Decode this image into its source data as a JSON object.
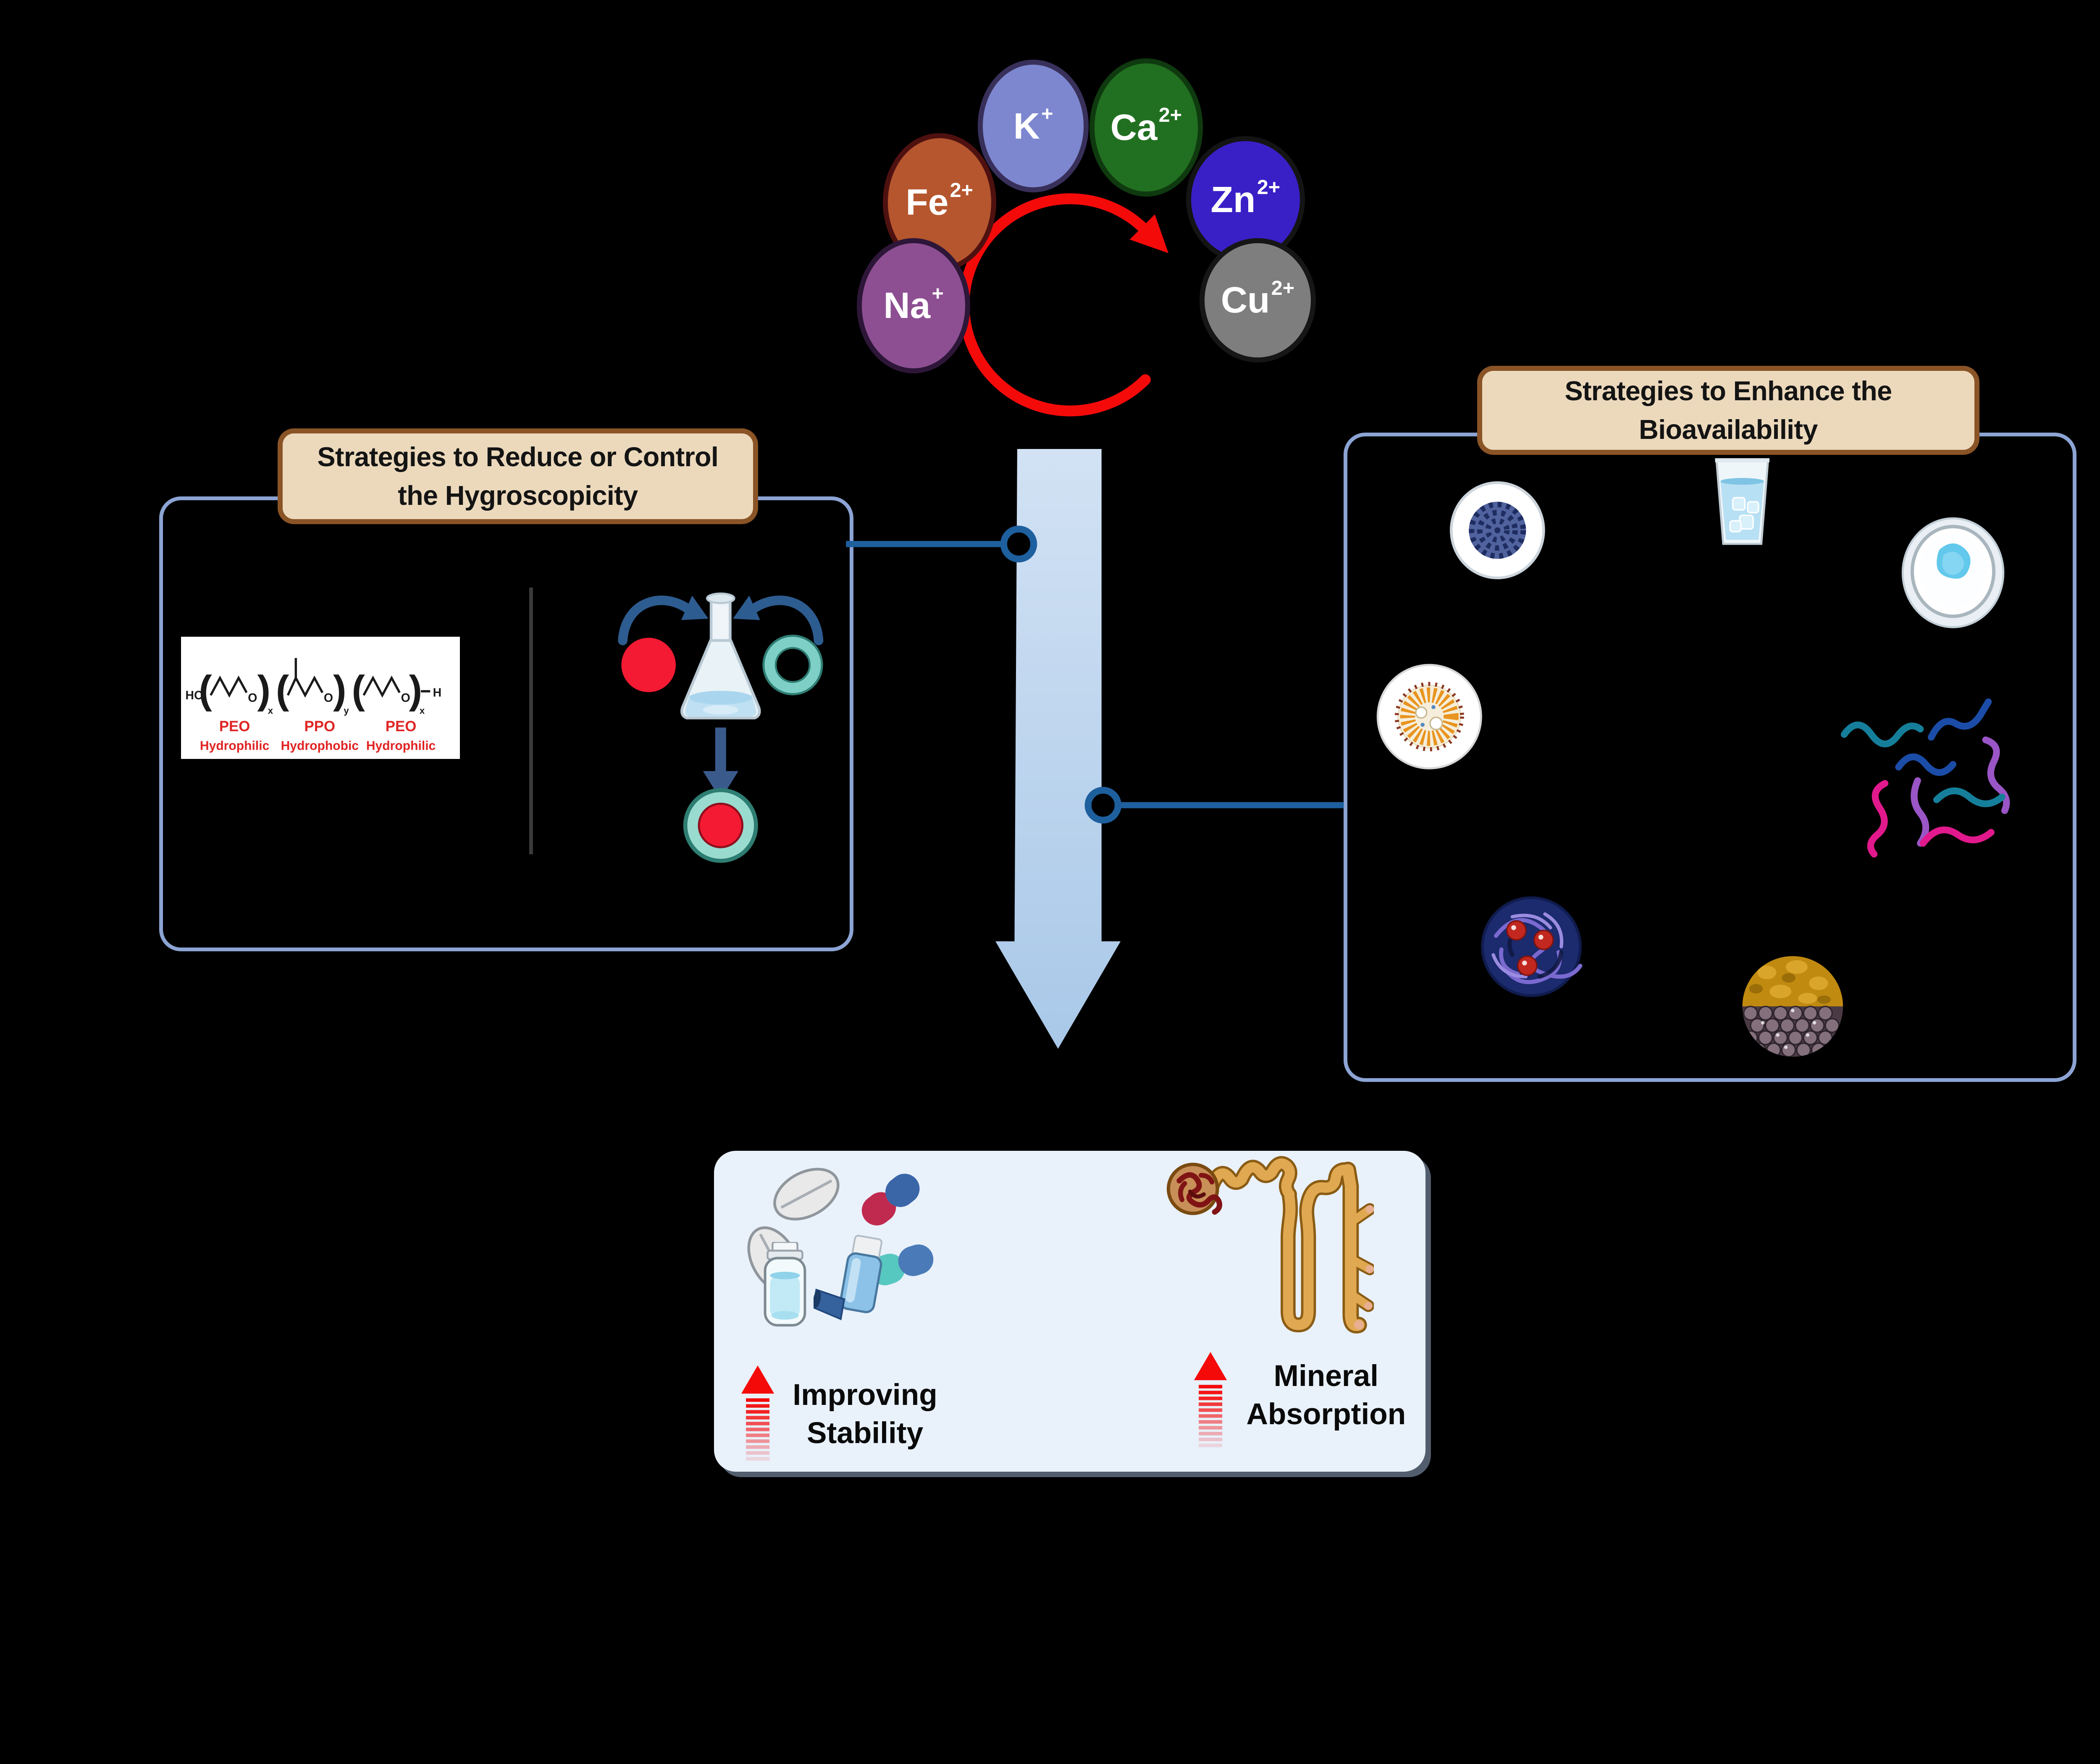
{
  "ion_cycle": {
    "arrow_color": "#f50a0a",
    "ions": [
      {
        "symbol": "K",
        "charge": "+",
        "fill": "#7d87cf",
        "border": "#38305a"
      },
      {
        "symbol": "Ca",
        "charge": "2+",
        "fill": "#217021",
        "border": "#0f3a0f"
      },
      {
        "symbol": "Fe",
        "charge": "2+",
        "fill": "#b5562e",
        "border": "#4f1110"
      },
      {
        "symbol": "Zn",
        "charge": "2+",
        "fill": "#3920c6",
        "border": "#141414"
      },
      {
        "symbol": "Na",
        "charge": "+",
        "fill": "#8d4f92",
        "border": "#2d1638"
      },
      {
        "symbol": "Cu",
        "charge": "2+",
        "fill": "#7e7e7e",
        "border": "#161616"
      }
    ]
  },
  "left_panel": {
    "title_line1": "Strategies to Reduce or Control",
    "title_line2": "the Hygroscopicity",
    "title_bg": "#ecd9bc",
    "title_border": "#8a5426",
    "border_color": "#8ca4d4",
    "peo_diagram": {
      "left_end_group": "HO",
      "right_end_group": "H",
      "oxygen_label": "O",
      "bracket_open": "(",
      "bracket_close": ")",
      "subscript_1": "x",
      "subscript_2": "y",
      "subscript_3": "x",
      "label_color": "#e02424",
      "units": [
        {
          "name": "PEO",
          "property": "Hydrophilic"
        },
        {
          "name": "PPO",
          "property": "Hydrophobic"
        },
        {
          "name": "PEO",
          "property": "Hydrophilic"
        }
      ]
    },
    "icons": [
      "red-mineral-particle",
      "curved-arrow",
      "erlenmeyer-flask",
      "coating-ring",
      "down-arrow",
      "encapsulated-particle"
    ]
  },
  "right_panel": {
    "title_line1": "Strategies to Enhance the",
    "title_line2": "Bioavailability",
    "border_color": "#8ca4d4",
    "icons": [
      "liposome",
      "water-glass",
      "petri-dish",
      "micelle",
      "polymer-chains",
      "chitosan-nanoparticle",
      "janus-nanoparticle"
    ]
  },
  "flow": {
    "connector_color": "#1e5f9e",
    "arrow_gradient_top": "#d2e2f4",
    "arrow_gradient_bottom": "#a9c8e8"
  },
  "outcome_panel": {
    "bg": "#e9f1fb",
    "arrow_color": "#f50a0a",
    "stability_line1": "Improving",
    "stability_line2": "Stability",
    "absorption_line1": "Mineral",
    "absorption_line2": "Absorption",
    "icons": [
      "tablet",
      "capsule",
      "vial",
      "inhaler",
      "nephron",
      "red-up-arrow"
    ]
  }
}
